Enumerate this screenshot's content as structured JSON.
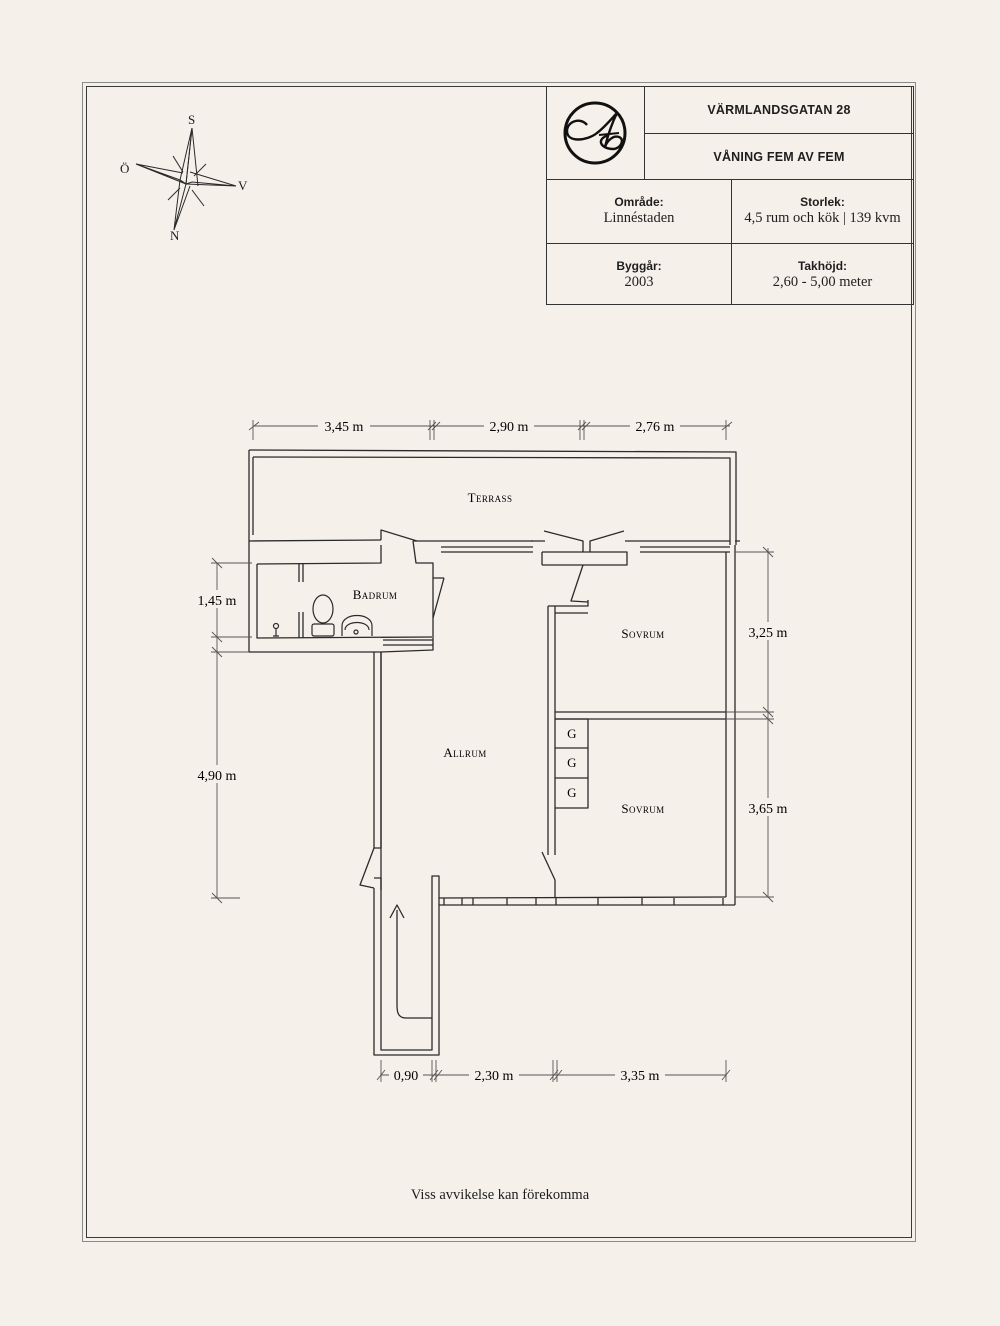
{
  "title_block": {
    "address": "VÄRMLANDSGATAN 28",
    "floor": "VÅNING FEM AV FEM",
    "logo_icon": "ca-monogram-logo",
    "fields": [
      {
        "label": "Område:",
        "value": "Linnéstaden"
      },
      {
        "label": "Storlek:",
        "value": "4,5 rum och kök | 139 kvm"
      },
      {
        "label": "Byggår:",
        "value": "2003"
      },
      {
        "label": "Takhöjd:",
        "value": "2,60 - 5,00 meter"
      }
    ]
  },
  "compass": {
    "icon": "compass-rose-icon",
    "top": "S",
    "left": "Ö",
    "right": "V",
    "bottom": "N"
  },
  "rooms": {
    "terrace": "Terrass",
    "bathroom": "Badrum",
    "bedroom_1": "Sovrum",
    "living": "Allrum",
    "bedroom_2": "Sovrum",
    "wardrobes": [
      "G",
      "G",
      "G"
    ]
  },
  "dimensions": {
    "top": [
      "3,45 m",
      "2,90 m",
      "2,76 m"
    ],
    "left": [
      "1,45 m",
      "4,90 m"
    ],
    "right": [
      "3,25 m",
      "3,65 m"
    ],
    "bottom": [
      "0,90",
      "2,30 m",
      "3,35 m"
    ]
  },
  "colors": {
    "background": "#f6f0eb",
    "ink": "#1e1e1e"
  },
  "footer": {
    "disclaimer": "Viss avvikelse kan förekomma"
  }
}
